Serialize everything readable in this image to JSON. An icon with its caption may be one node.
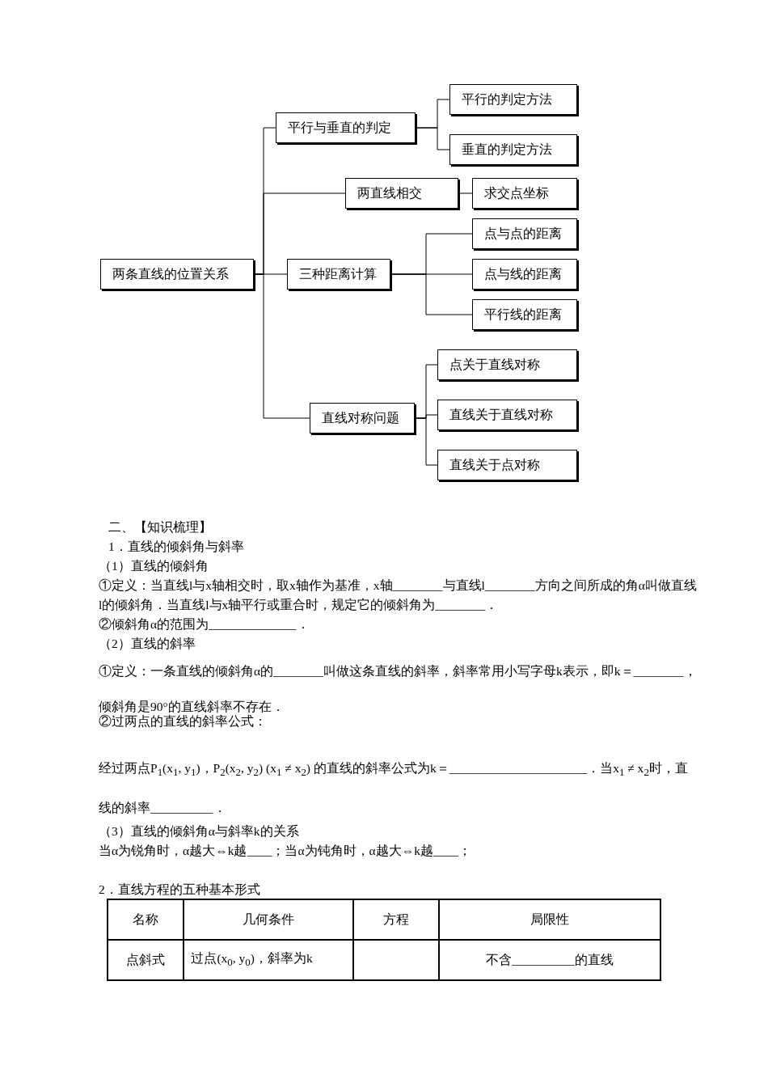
{
  "diagram": {
    "nodes": [
      {
        "text": [
          "两条直线的位置关系"
        ]
      },
      {
        "text": [
          "平行与垂直的判定"
        ]
      },
      {
        "text": [
          "平行的判定方法"
        ]
      },
      {
        "text": [
          "垂直的判定方法"
        ]
      },
      {
        "text": [
          "两直线相交"
        ]
      },
      {
        "text": [
          "求交点坐标"
        ]
      },
      {
        "text": [
          "三种距离计算"
        ]
      },
      {
        "text": [
          "点与点的距离"
        ]
      },
      {
        "text": [
          "点与线的距离"
        ]
      },
      {
        "text": [
          "平行线的距离"
        ]
      },
      {
        "text": [
          "直线对称问题"
        ]
      },
      {
        "text": [
          "点关于直线对称"
        ]
      },
      {
        "text": [
          "直线关于直线对称"
        ]
      },
      {
        "text": [
          "直线关于点对称"
        ]
      }
    ],
    "edges": [
      {
        "from": 0,
        "to": 1,
        "arrow": "none"
      },
      {
        "from": 1,
        "to": 2,
        "arrow": "none"
      },
      {
        "from": 1,
        "to": 3,
        "arrow": "none"
      },
      {
        "from": 0,
        "to": 4,
        "arrow": "none"
      },
      {
        "from": 4,
        "to": 5,
        "arrow": "none"
      },
      {
        "from": 0,
        "to": 6,
        "arrow": "none"
      },
      {
        "from": 6,
        "to": 7,
        "arrow": "none"
      },
      {
        "from": 6,
        "to": 8,
        "arrow": "none"
      },
      {
        "from": 6,
        "to": 9,
        "arrow": "none"
      },
      {
        "from": 0,
        "to": 10,
        "arrow": "none"
      },
      {
        "from": 10,
        "to": 11,
        "arrow": "none"
      },
      {
        "from": 10,
        "to": 12,
        "arrow": "none"
      },
      {
        "from": 10,
        "to": 13,
        "arrow": "none"
      }
    ],
    "labels": [
      "二、【知识梳理】",
      "1．直线的倾斜角与斜率",
      "（1）直线的倾斜角",
      "①定义：当直线l与x轴相交时，取x轴作为基准，x轴________与直线l________方向之间所成的角α叫做直线l的倾斜角．当直线l与x轴平行或重合时，规定它的倾斜角为________．",
      "②倾斜角α的范围为______________．",
      "（2）直线的斜率",
      "①定义：一条直线的倾斜角α的________叫做这条直线的斜率，斜率常用小写字母k表示，即k＝________，倾斜角是90°的直线斜率不存在．",
      "②过两点的直线的斜率公式：",
      "经过两点P$_{1}$(x$_{1}$, y$_{1}$)，P$_{2}$(x$_{2}$, y$_{2}$) (x$_{1}$ ≠ x$_{2}$) 的直线的斜率公式为k＝______________________．当x$_{1}$ ≠ x$_{2}$时，直线的斜率__________．",
      "（3）直线的倾斜角α与斜率k的关系",
      "当α为锐角时，α越大⇔k越____；当α为钝角时，α越大⇔k越____；",
      "2．直线方程的五种基本形式",
      "名称",
      "几何条件",
      "方程",
      "局限性",
      "点斜式",
      "过点(x$_{0}$, y$_{0}$)，斜率为k",
      "不含__________的直线"
    ]
  }
}
